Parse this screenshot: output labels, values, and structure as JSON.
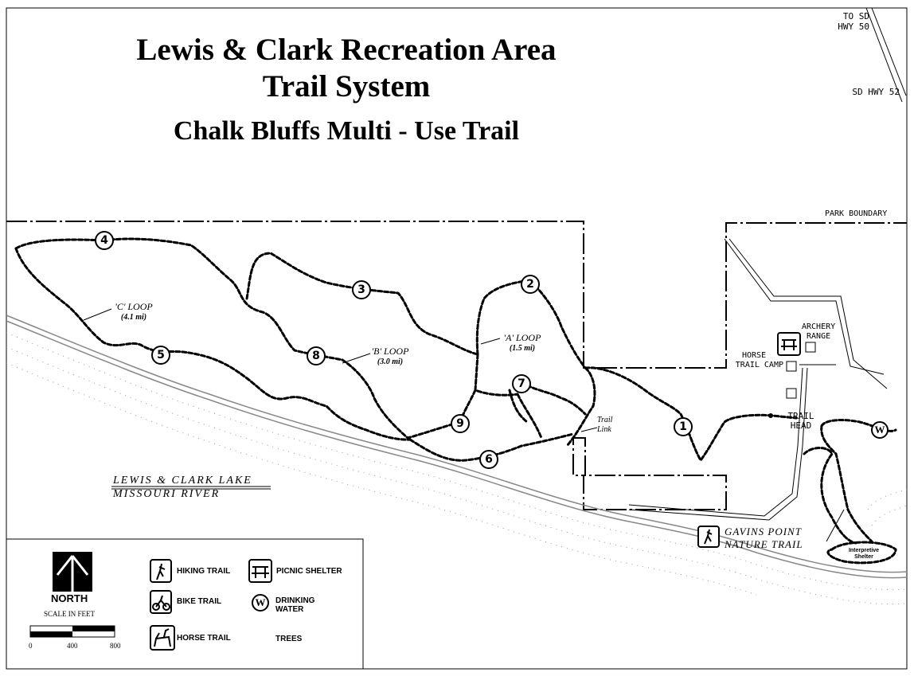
{
  "title": {
    "line1": "Lewis & Clark Recreation Area",
    "line2": "Trail System",
    "subtitle": "Chalk Bluffs Multi - Use Trail"
  },
  "roads": {
    "to_hwy50_line1": "TO SD",
    "to_hwy50_line2": "HWY 50",
    "hwy52": "SD HWY 52"
  },
  "labels": {
    "park_boundary": "PARK BOUNDARY",
    "archery_line1": "ARCHERY",
    "archery_line2": "RANGE",
    "horse_camp_line1": "HORSE",
    "horse_camp_line2": "TRAIL CAMP",
    "trail_head_line1": "TRAIL",
    "trail_head_line2": "HEAD",
    "trail_link_line1": "Trail",
    "trail_link_line2": "Link",
    "lake_line1": "LEWIS & CLARK LAKE",
    "lake_line2": "MISSOURI RIVER",
    "nature_line1": "GAVINS POINT",
    "nature_line2": "NATURE TRAIL",
    "interpretive_line1": "Interpretive",
    "interpretive_line2": "Shelter"
  },
  "loops": [
    {
      "name": "'C' LOOP",
      "length": "(4.1 mi)"
    },
    {
      "name": "'B' LOOP",
      "length": "(3.0 mi)"
    },
    {
      "name": "'A' LOOP",
      "length": "(1.5 mi)"
    }
  ],
  "markers": [
    "1",
    "2",
    "3",
    "4",
    "5",
    "6",
    "7",
    "8",
    "9"
  ],
  "drinking_symbol": "W",
  "legend": {
    "north": "NORTH",
    "scale_title": "SCALE IN FEET",
    "scale_ticks": [
      "0",
      "400",
      "800"
    ],
    "hiking": "HIKING TRAIL",
    "bike": "BIKE TRAIL",
    "horse": "HORSE TRAIL",
    "picnic": "PICNIC SHELTER",
    "water_line1": "DRINKING",
    "water_line2": "WATER",
    "water_symbol": "W",
    "trees": "TREES"
  }
}
